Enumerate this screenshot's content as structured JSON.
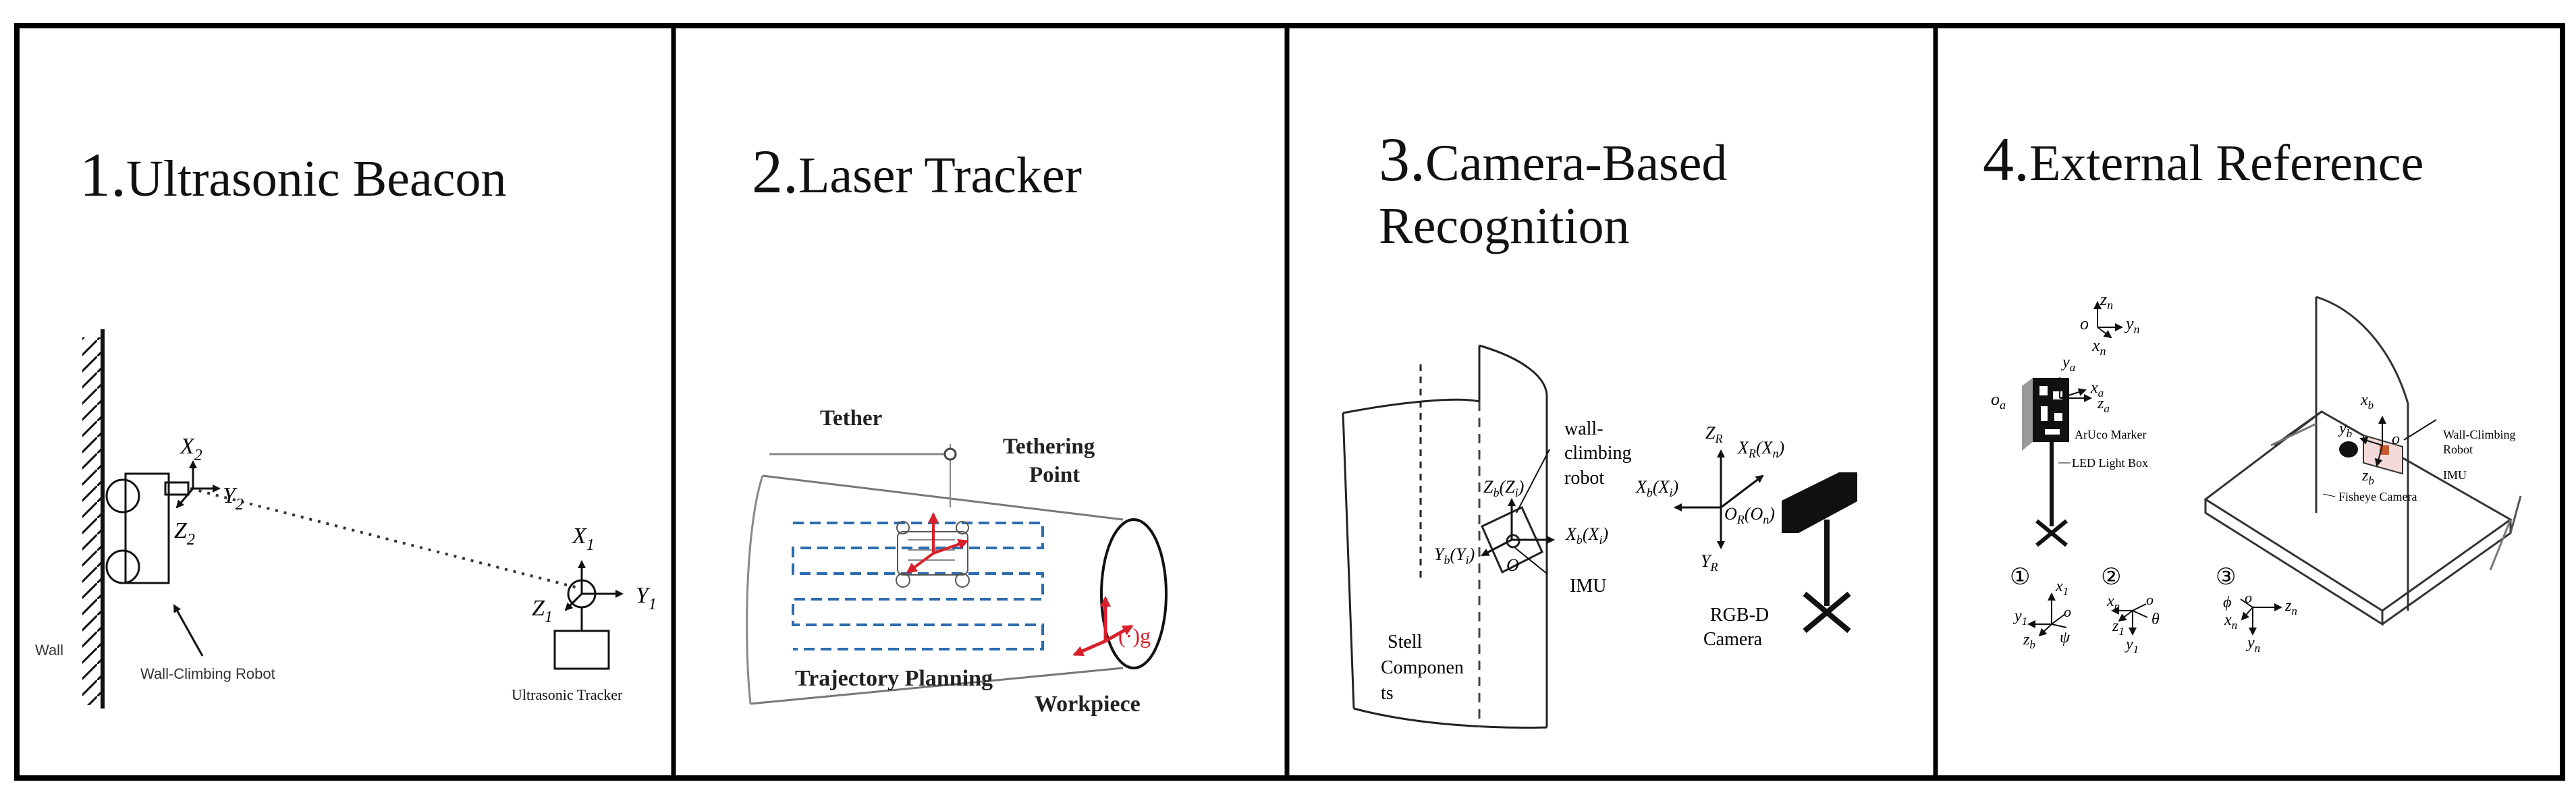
{
  "panels": [
    {
      "number": "1.",
      "title": "Ultrasonic Beacon",
      "labels": {
        "wall": "Wall",
        "robot": "Wall-Climbing Robot",
        "tracker": "Ultrasonic Tracker",
        "x2": "X",
        "x2_sub": "2",
        "y2": "Y",
        "y2_sub": "2",
        "z2": "Z",
        "z2_sub": "2",
        "x1": "X",
        "x1_sub": "1",
        "y1": "Y",
        "y1_sub": "1",
        "z1": "Z",
        "z1_sub": "1"
      }
    },
    {
      "number": "2.",
      "title": "Laser Tracker",
      "labels": {
        "tether": "Tether",
        "tethering_point_1": "Tethering",
        "tethering_point_2": "Point",
        "trajectory": "Trajectory Planning",
        "workpiece": "Workpiece",
        "frame_g": "(·)g"
      }
    },
    {
      "number": "3.",
      "title_line1": "Camera-Based",
      "title_line2": "Recognition",
      "labels": {
        "robot_1": "wall-",
        "robot_2": "climbing",
        "robot_3": "robot",
        "imu": "IMU",
        "stell_1": "Stell",
        "stell_2": "Componen",
        "stell_3": "ts",
        "camera_1": "RGB-D",
        "camera_2": "Camera",
        "zb": "Z",
        "zb_sub": "b",
        "zb_paren": "(Z",
        "zb_paren_sub": "i",
        "zb_close": ")",
        "xb": "X",
        "xb_sub": "b",
        "xb_paren": "(X",
        "xb_paren_sub": "i",
        "xb_close": ")",
        "yb": "Y",
        "yb_sub": "b",
        "yb_paren": "(Y",
        "yb_paren_sub": "i",
        "yb_close": ")",
        "o": "O",
        "zr": "Z",
        "zr_sub": "R",
        "xr": "X",
        "xr_sub": "R",
        "xr_paren": "(X",
        "xr_paren_sub": "n",
        "xr_close": ")",
        "xb2": "X",
        "xb2_sub": "b",
        "xb2_paren": "(X",
        "xb2_paren_sub": "i",
        "xb2_close": ")",
        "or": "O",
        "or_sub": "R",
        "or_paren": "(O",
        "or_paren_sub": "n",
        "or_close": ")",
        "yr": "Y",
        "yr_sub": "R"
      }
    },
    {
      "number": "4.",
      "title": "External Reference",
      "labels": {
        "aruco": "ArUco Marker",
        "led": "LED Light Box",
        "wcr_1": "Wall-Climbing",
        "wcr_2": "Robot",
        "imu": "IMU",
        "fisheye": "Fisheye Camera",
        "circ1": "①",
        "circ2": "②",
        "circ3": "③",
        "o": "o",
        "zn": "z",
        "zn_sub": "n",
        "yn": "y",
        "yn_sub": "n",
        "xn": "x",
        "xn_sub": "n",
        "ya": "y",
        "ya_sub": "a",
        "xa": "x",
        "xa_sub": "a",
        "za": "z",
        "za_sub": "a",
        "oa": "o",
        "oa_sub": "a",
        "xb": "x",
        "xb_sub": "b",
        "yb": "y",
        "yb_sub": "b",
        "zb": "z",
        "zb_sub": "b",
        "x1": "x",
        "x1_sub": "1",
        "y1": "y",
        "y1_sub": "1",
        "z1": "z",
        "z1_sub": "1",
        "psi": "ψ",
        "theta": "θ",
        "phi": "ϕ"
      }
    }
  ]
}
